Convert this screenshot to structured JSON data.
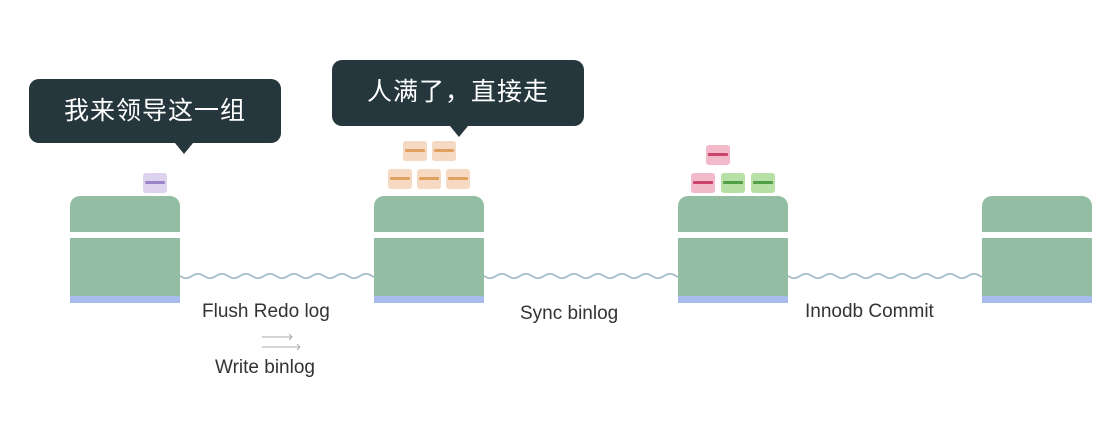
{
  "bubbles": {
    "leader": "我来领导这一组",
    "full": "人满了，直接走"
  },
  "stages": {
    "flush": "Flush Redo log",
    "write": "Write binlog",
    "sync": "Sync binlog",
    "commit": "Innodb Commit"
  },
  "colors": {
    "station": "#93bea3",
    "station_base": "#a7bbec",
    "bubble": "#25373d",
    "wave": "#9fb8c8",
    "purple_block": "#ddd3ef",
    "purple_stripe": "#9b83c8",
    "orange_block": "#f6d9c2",
    "orange_stripe": "#e0a060",
    "pink_block": "#f2b9cb",
    "pink_stripe": "#c9436d",
    "green_block": "#b7e0a7",
    "green_stripe": "#4f9f47"
  }
}
